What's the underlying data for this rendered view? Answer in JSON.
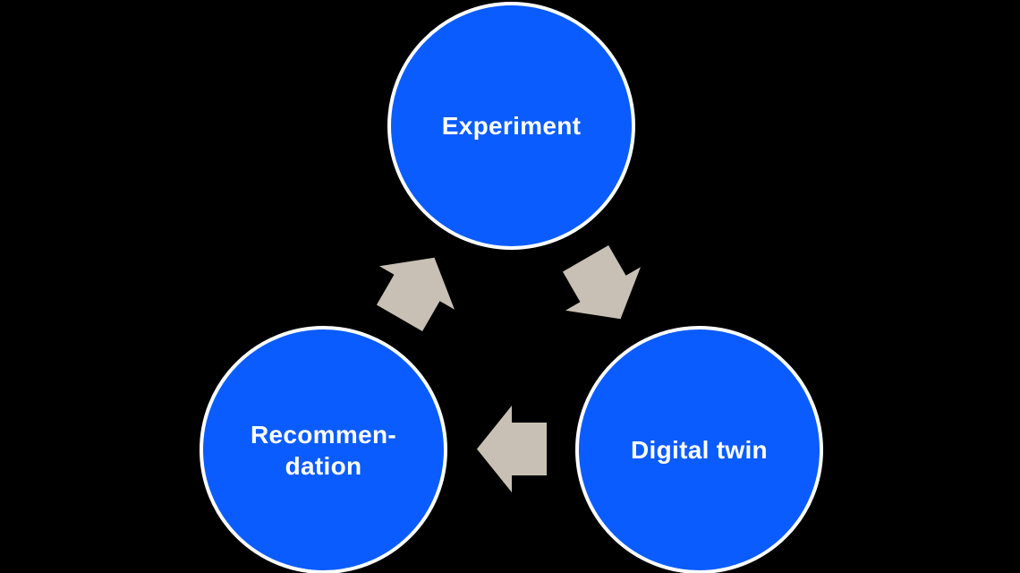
{
  "diagram": {
    "title": "experiment-digital-twin-recommendation-cycle",
    "background_color": "#000000",
    "node_fill_color": "#0B5CFF",
    "node_border_color": "#FFFFFF",
    "node_text_color": "#FFFFFF",
    "arrow_color": "#C8C0B4",
    "nodes": [
      {
        "id": "experiment",
        "label": "Experiment",
        "position": "top-center"
      },
      {
        "id": "digital-twin",
        "label": "Digital twin",
        "position": "bottom-right"
      },
      {
        "id": "recommendation",
        "label": "Recommen-\ndation",
        "position": "bottom-left"
      }
    ],
    "arrows": [
      {
        "id": "experiment-to-digital-twin",
        "direction": "down-right"
      },
      {
        "id": "digital-twin-to-recommendation",
        "direction": "left"
      },
      {
        "id": "recommendation-to-experiment",
        "direction": "up-right"
      }
    ]
  }
}
